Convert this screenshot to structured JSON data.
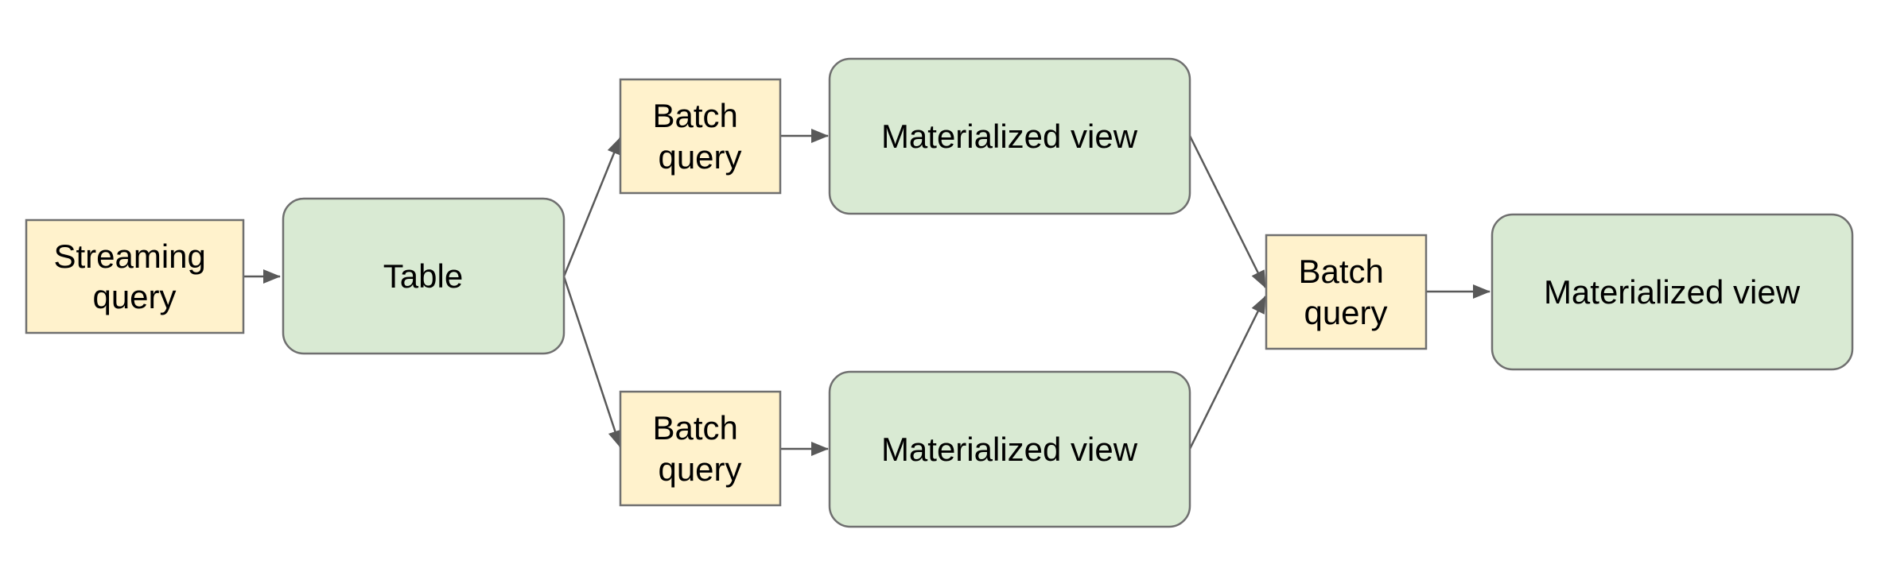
{
  "nodes": {
    "streaming_query": {
      "line1": "Streaming",
      "line2": "query"
    },
    "table": {
      "label": "Table"
    },
    "batch_query_top": {
      "line1": "Batch",
      "line2": "query"
    },
    "batch_query_bottom": {
      "line1": "Batch",
      "line2": "query"
    },
    "mv_top": {
      "label": "Materialized view"
    },
    "mv_bottom": {
      "label": "Materialized view"
    },
    "batch_query_merge": {
      "line1": "Batch",
      "line2": "query"
    },
    "mv_final": {
      "label": "Materialized view"
    }
  },
  "edges": [
    {
      "from": "Streaming query",
      "to": "Table"
    },
    {
      "from": "Table",
      "to": "Batch query (top)"
    },
    {
      "from": "Table",
      "to": "Batch query (bottom)"
    },
    {
      "from": "Batch query (top)",
      "to": "Materialized view (top)"
    },
    {
      "from": "Batch query (bottom)",
      "to": "Materialized view (bottom)"
    },
    {
      "from": "Materialized view (top)",
      "to": "Batch query (merge)"
    },
    {
      "from": "Materialized view (bottom)",
      "to": "Batch query (merge)"
    },
    {
      "from": "Batch query (merge)",
      "to": "Materialized view (final)"
    }
  ],
  "colors": {
    "query_fill": "#fff2cc",
    "view_fill": "#d9ead3",
    "border": "#6f6f6f",
    "arrow": "#595959"
  }
}
